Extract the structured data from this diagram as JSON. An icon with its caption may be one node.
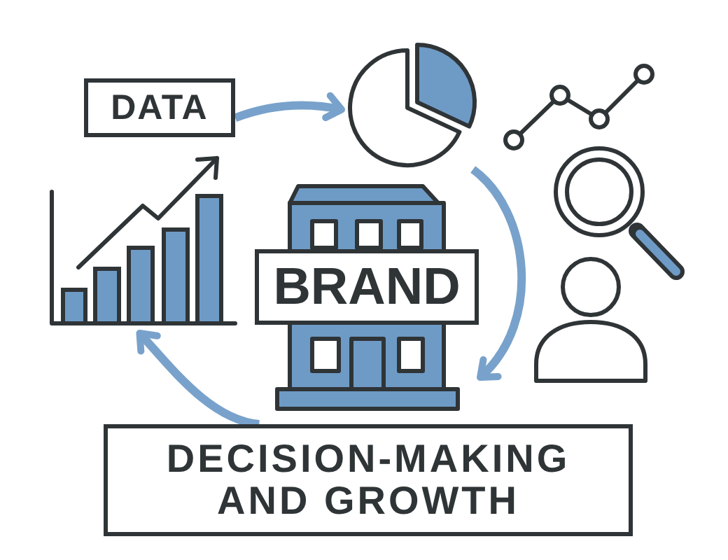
{
  "diagram": {
    "nodes": [
      {
        "text": [
          "DATA"
        ]
      },
      {
        "text": [],
        "shape": "picture"
      },
      {
        "text": [
          "BRAND"
        ]
      },
      {
        "text": [
          "DECISION-MAKING AND GROWTH"
        ]
      },
      {
        "text": [],
        "shape": "picture"
      }
    ],
    "edges": [
      {
        "from": 0,
        "to": 1,
        "arrow": "to"
      },
      {
        "from": 1,
        "to": 2,
        "arrow": "to"
      },
      {
        "from": 3,
        "to": 4,
        "arrow": "to"
      }
    ]
  }
}
